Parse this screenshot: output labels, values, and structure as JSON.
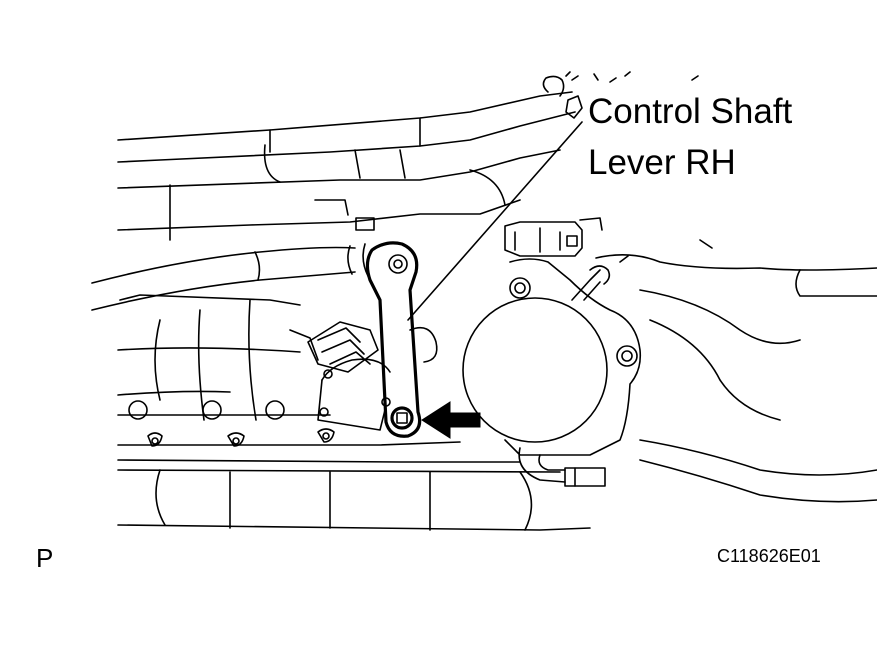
{
  "diagram": {
    "callout_label": {
      "line1": "Control Shaft",
      "line2": "Lever RH"
    },
    "view_marker": "P",
    "figure_code": "C118626E01",
    "colors": {
      "line": "#000000",
      "background": "#ffffff"
    }
  }
}
